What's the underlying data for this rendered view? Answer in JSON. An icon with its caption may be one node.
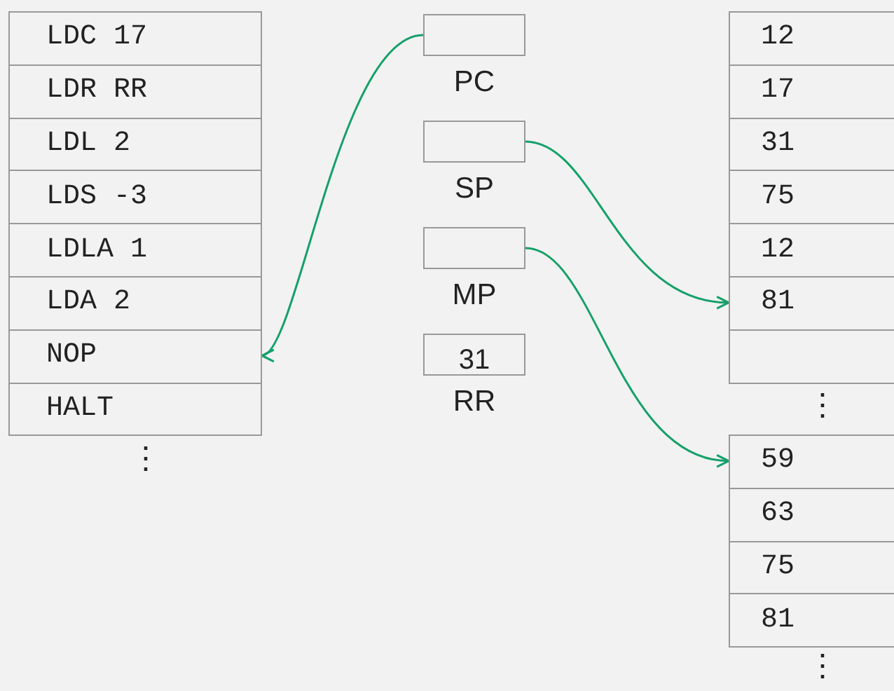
{
  "diagram": {
    "nodes": [
      {
        "text": [
          "LDC 17"
        ]
      },
      {
        "text": [
          "LDR RR"
        ]
      },
      {
        "text": [
          "LDL 2"
        ]
      },
      {
        "text": [
          "LDS -3"
        ]
      },
      {
        "text": [
          "LDLA 1"
        ]
      },
      {
        "text": [
          "LDA 2"
        ]
      },
      {
        "text": [
          "NOP"
        ]
      },
      {
        "text": [
          "HALT"
        ]
      },
      {
        "text": [
          "PC"
        ]
      },
      {
        "text": [
          "SP"
        ]
      },
      {
        "text": [
          "MP"
        ]
      },
      {
        "text": [
          "31",
          "RR"
        ]
      },
      {
        "text": [
          "12"
        ]
      },
      {
        "text": [
          "17"
        ]
      },
      {
        "text": [
          "31"
        ]
      },
      {
        "text": [
          "75"
        ]
      },
      {
        "text": [
          "12"
        ]
      },
      {
        "text": [
          "81"
        ]
      },
      {
        "text": [],
        "shape": "box"
      },
      {
        "text": [
          "59"
        ]
      },
      {
        "text": [
          "63"
        ]
      },
      {
        "text": [
          "75"
        ]
      },
      {
        "text": [
          "81"
        ]
      }
    ],
    "edges": [
      {
        "from": 8,
        "to": 6,
        "arrow": "to"
      },
      {
        "from": 9,
        "to": 17,
        "arrow": "to"
      },
      {
        "from": 10,
        "to": 19,
        "arrow": "to"
      }
    ],
    "labels": [
      "⋮",
      "⋮",
      "⋮"
    ]
  }
}
